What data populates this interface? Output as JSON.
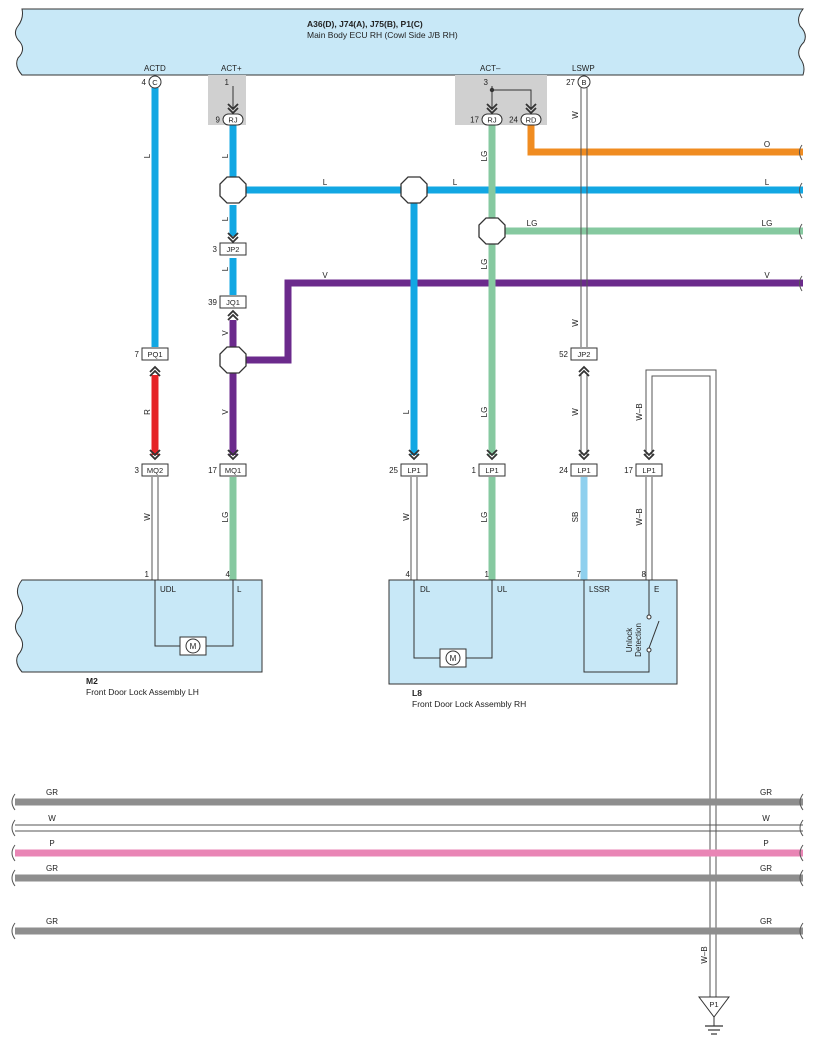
{
  "ecu": {
    "codes": "A36(D), J74(A), J75(B), P1(C)",
    "name": "Main Body ECU RH (Cowl Side J/B RH)",
    "terminals": [
      "ACTD",
      "ACT+",
      "ACT–",
      "LSWP"
    ],
    "pins": [
      "4",
      "1",
      "3",
      "27"
    ],
    "connector_codes": [
      "C",
      "B"
    ]
  },
  "connectors": {
    "rj_left": {
      "pin": "9",
      "code": "RJ"
    },
    "rj_right": {
      "pin": "17",
      "code": "RJ"
    },
    "rd": {
      "pin": "24",
      "code": "RD"
    },
    "jp2_upper": {
      "pin": "3",
      "code": "JP2"
    },
    "jq1": {
      "pin": "39",
      "code": "JQ1"
    },
    "pq1": {
      "pin": "7",
      "code": "PQ1"
    },
    "jp2_lower": {
      "pin": "52",
      "code": "JP2"
    },
    "mq2": {
      "pin": "3",
      "code": "MQ2"
    },
    "mq1": {
      "pin": "17",
      "code": "MQ1"
    },
    "lp1_a": {
      "pin": "25",
      "code": "LP1"
    },
    "lp1_b": {
      "pin": "1",
      "code": "LP1"
    },
    "lp1_c": {
      "pin": "24",
      "code": "LP1"
    },
    "lp1_d": {
      "pin": "17",
      "code": "LP1"
    }
  },
  "wire_labels": {
    "actd_upper": "L",
    "actd_red": "R",
    "actd_lower": "W",
    "actp_l1": "L",
    "actp_l2": "L",
    "actp_l3": "L",
    "actp_v1": "V",
    "actp_v2": "V",
    "actp_lg": "LG",
    "h_l_a": "L",
    "h_l_b": "L",
    "h_l_c": "L",
    "h_v": "V",
    "h_v_end": "V",
    "mid_l": "L",
    "mid_w": "W",
    "actm_lg1": "LG",
    "actm_lg2": "LG",
    "actm_lg3": "LG",
    "actm_lg4": "LG",
    "h_lg": "LG",
    "h_lg_end": "LG",
    "rd_o": "O",
    "lswp_w1": "W",
    "lswp_w2": "W",
    "lswp_w3": "W",
    "lswp_sb": "SB",
    "wb_1": "W–B",
    "wb_2": "W–B",
    "wb_3": "W–B"
  },
  "m2": {
    "code": "M2",
    "name": "Front Door Lock Assembly LH",
    "pins": [
      "1",
      "4"
    ],
    "terminals": [
      "UDL",
      "L"
    ],
    "motor": "M"
  },
  "l8": {
    "code": "L8",
    "name": "Front Door Lock Assembly RH",
    "pins": [
      "4",
      "1",
      "7",
      "8"
    ],
    "terminals": [
      "DL",
      "UL",
      "LSSR",
      "E"
    ],
    "motor": "M",
    "switch_label_1": "Unlock",
    "switch_label_2": "Detection"
  },
  "bottom_wires": [
    {
      "label": "GR",
      "color": "#8e8e8e"
    },
    {
      "label": "W",
      "color": "#ffffff"
    },
    {
      "label": "P",
      "color": "#e985b5"
    },
    {
      "label": "GR",
      "color": "#8e8e8e"
    },
    {
      "label": "GR",
      "color": "#8e8e8e"
    }
  ],
  "ground": {
    "code": "P1"
  },
  "colors": {
    "L": "#12a7e3",
    "V": "#6b2a8c",
    "LG": "#86c9a0",
    "R": "#e52427",
    "O": "#f08c21",
    "SB": "#8fd0ee",
    "GR": "#8e8e8e",
    "P": "#e985b5",
    "box": "#c8e8f7"
  }
}
